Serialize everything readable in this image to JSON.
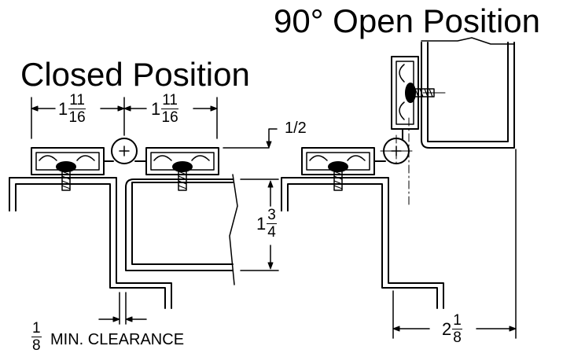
{
  "titles": {
    "open": "90° Open Position",
    "closed": "Closed Position"
  },
  "dimensions": {
    "leaf_left": {
      "whole": "1",
      "num": "11",
      "den": "16"
    },
    "leaf_right": {
      "whole": "1",
      "num": "11",
      "den": "16"
    },
    "offset": "1/2",
    "door_thickness": {
      "whole": "1",
      "num": "3",
      "den": "4"
    },
    "clearance": {
      "num": "1",
      "den": "8",
      "label": "MIN. CLEARANCE"
    },
    "open_projection": {
      "whole": "2",
      "num": "1",
      "den": "8"
    }
  }
}
